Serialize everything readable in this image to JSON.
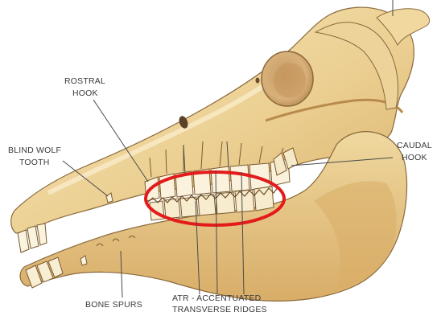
{
  "diagram": {
    "labels": {
      "rostral_hook_line1": "ROSTRAL",
      "rostral_hook_line2": "HOOK",
      "blind_wolf_line1": "BLIND WOLF",
      "blind_wolf_line2": "TOOTH",
      "caudal_hook_line1": "CAUDAL",
      "caudal_hook_line2": "HOOK",
      "bone_spurs": "BONE SPURS",
      "atr_line1": "ATR - ACCENTUATED",
      "atr_line2": "TRANSVERSE RIDGES"
    },
    "colors": {
      "bone_light": "#f3dfad",
      "bone_mid": "#e6c27e",
      "bone_shadow": "#c99a55",
      "outline": "#8a6a3c",
      "highlight_ellipse": "#e31b1b",
      "leader_lines": "#4a4a4a"
    }
  }
}
